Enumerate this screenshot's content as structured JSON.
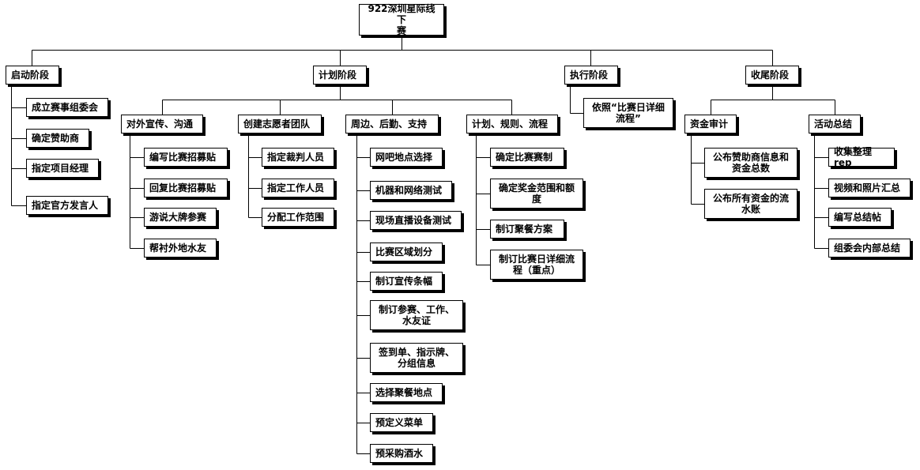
{
  "root": "922深圳星际线下\n赛",
  "phases": {
    "startup": {
      "label": "启动阶段",
      "items": [
        "成立赛事组委会",
        "确定赞助商",
        "指定项目经理",
        "指定官方发言人"
      ]
    },
    "planning": {
      "label": "计划阶段",
      "groups": {
        "publicity": {
          "label": "对外宣传、沟通",
          "items": [
            "编写比赛招募贴",
            "回复比赛招募贴",
            "游说大牌参赛",
            "帮衬外地水友"
          ]
        },
        "volunteers": {
          "label": "创建志愿者团队",
          "items": [
            "指定裁判人员",
            "指定工作人员",
            "分配工作范围"
          ]
        },
        "logistics": {
          "label": "周边、后勤、支持",
          "items": [
            "网吧地点选择",
            "机器和网络测试",
            "现场直播设备测试",
            "比赛区域划分",
            "制订宣传条幅",
            "制订参赛、工作、\n水友证",
            "签到单、指示牌、\n分组信息",
            "选择聚餐地点",
            "预定义菜单",
            "预采购酒水"
          ]
        },
        "rules": {
          "label": "计划、规则、流程",
          "items": [
            "确定比赛赛制",
            "确定奖金范围和额\n度",
            "制订聚餐方案",
            "制订比赛日详细流\n程（重点）"
          ]
        }
      }
    },
    "execution": {
      "label": "执行阶段",
      "items": [
        "依照“比赛日详细\n流程”"
      ]
    },
    "closing": {
      "label": "收尾阶段",
      "groups": {
        "audit": {
          "label": "资金审计",
          "items": [
            "公布赞助商信息和\n资金总数",
            "公布所有资金的流\n水账"
          ]
        },
        "summary": {
          "label": "活动总结",
          "items": [
            "收集整理rep",
            "视频和照片汇总",
            "编写总结帖",
            "组委会内部总结"
          ]
        }
      }
    }
  }
}
